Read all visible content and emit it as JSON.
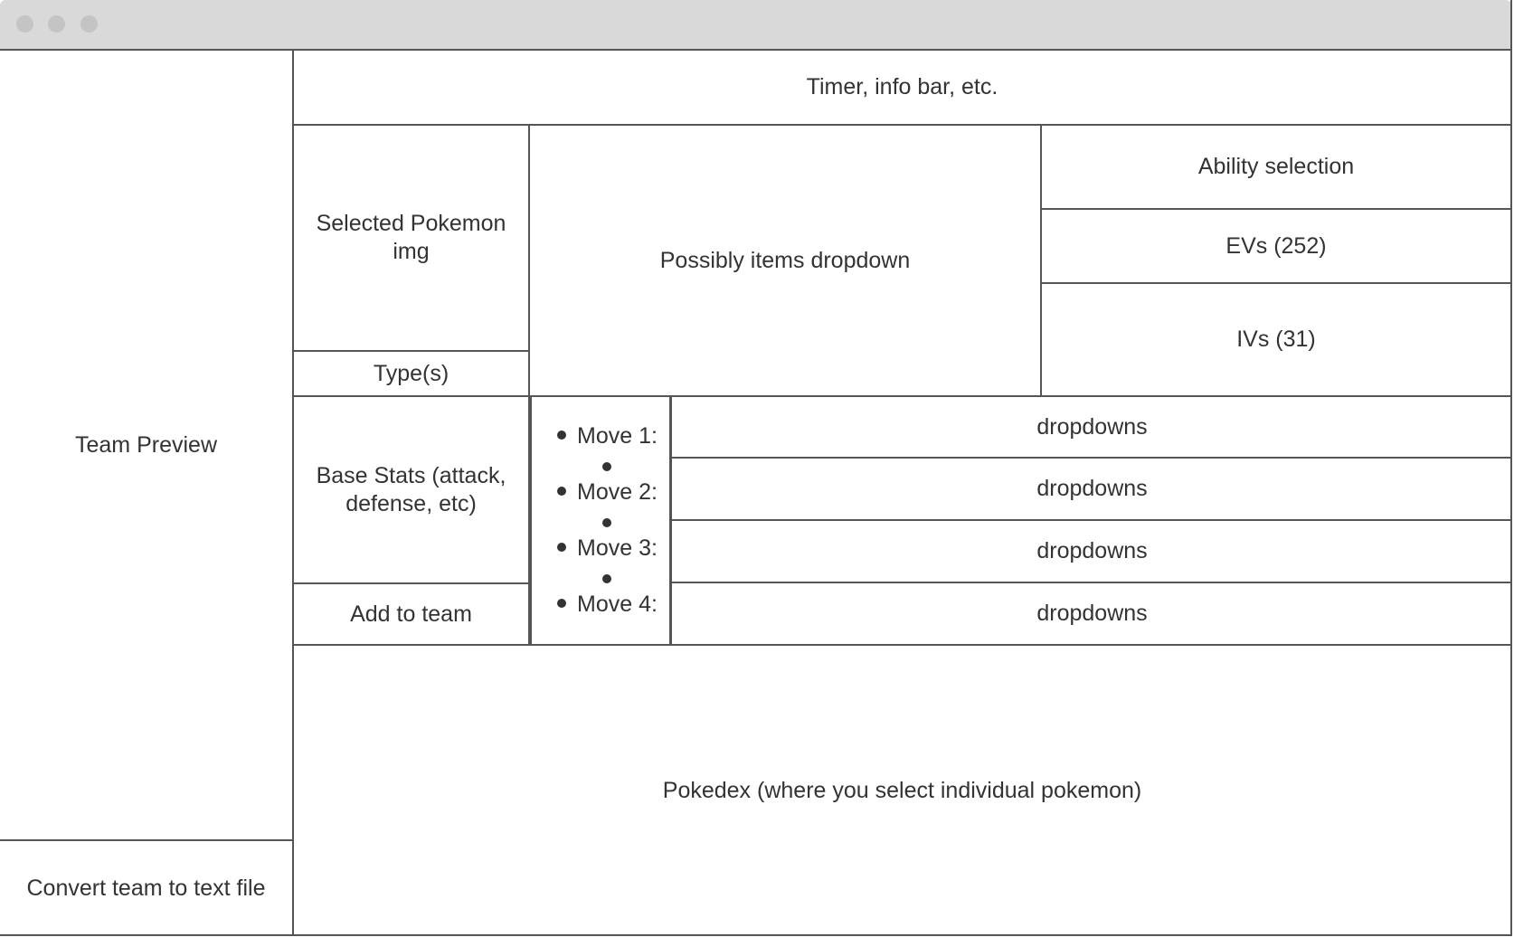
{
  "window": {
    "controls": [
      "close-dot",
      "minimize-dot",
      "maximize-dot"
    ]
  },
  "header": {
    "info_bar": "Timer, info bar, etc."
  },
  "sidebar": {
    "team_preview": "Team Preview",
    "convert_button": "Convert team to text file"
  },
  "pokemon": {
    "image_label": "Selected Pokemon img",
    "types_label": "Type(s)",
    "base_stats_label": "Base Stats (attack, defense, etc)",
    "add_to_team": "Add to team"
  },
  "items": {
    "dropdown_label": "Possibly items dropdown"
  },
  "settings": {
    "ability": "Ability selection",
    "evs": "EVs (252)",
    "ivs": "IVs (31)"
  },
  "moves": [
    {
      "label": "Move 1:",
      "dropdown": "dropdowns"
    },
    {
      "label": "Move 2:",
      "dropdown": "dropdowns"
    },
    {
      "label": "Move 3:",
      "dropdown": "dropdowns"
    },
    {
      "label": "Move 4:",
      "dropdown": "dropdowns"
    }
  ],
  "pokedex": {
    "label": "Pokedex (where you select individual pokemon)"
  }
}
